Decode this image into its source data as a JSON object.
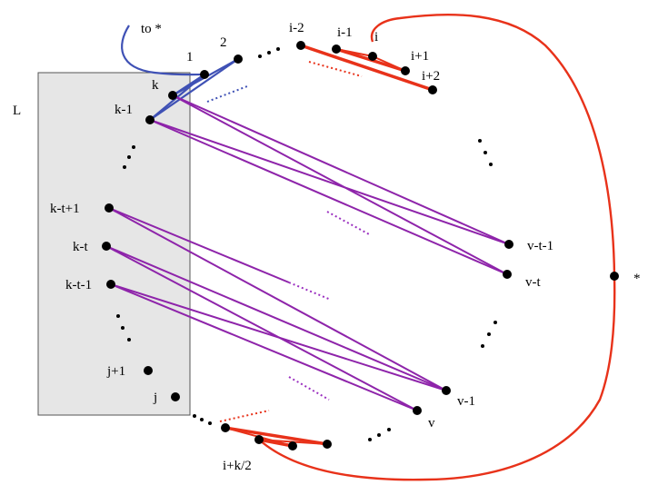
{
  "region_label": "L",
  "labels": {
    "to_star": "to *",
    "one": "1",
    "two": "2",
    "i_minus_2": "i-2",
    "i_minus_1": "i-1",
    "i": "i",
    "i_plus_1": "i+1",
    "i_plus_2": "i+2",
    "k": "k",
    "k_minus_1": "k-1",
    "k_minus_t_plus_1": "k-t+1",
    "k_minus_t": "k-t",
    "k_minus_t_minus_1": "k-t-1",
    "j_plus_1": "j+1",
    "j": "j",
    "v_minus_t_minus_1": "v-t-1",
    "v_minus_t": "v-t",
    "v_minus_1": "v-1",
    "v": "v",
    "star": "*",
    "i_plus_k_half": "i+k/2"
  },
  "colors": {
    "region_fill": "#e6e6e6",
    "purple_edge": "#8e24aa",
    "blue_edge": "#3f51b5",
    "red_edge": "#e8321a",
    "vertex": "#000000"
  }
}
